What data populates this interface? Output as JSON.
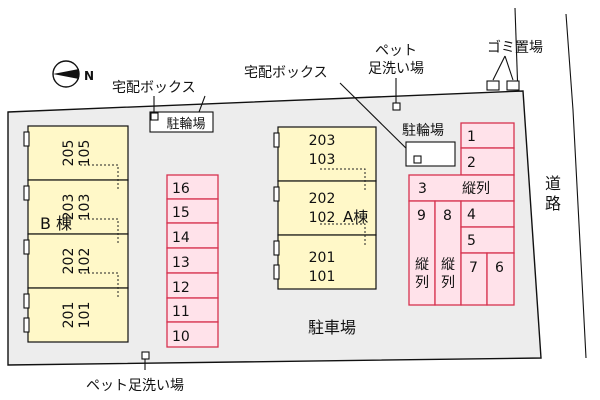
{
  "north_label": "N",
  "road_label": "道路",
  "parking_lot_label": "駐車場",
  "garbage_label": "ゴミ置場",
  "delivery_box_left": "宅配ボックス",
  "delivery_box_right": "宅配ボックス",
  "bicycle_left": "駐輪場",
  "bicycle_right": "駐輪場",
  "pet_wash_top": "ペット足洗い場",
  "pet_wash_top_line1": "ペット",
  "pet_wash_top_line2": "足洗い場",
  "pet_wash_bottom": "ペット足洗い場",
  "building_b": {
    "label": "B棟",
    "label_char1": "B",
    "label_char2": "棟",
    "units": [
      {
        "upper": "205",
        "lower": "105"
      },
      {
        "upper": "203",
        "lower": "103"
      },
      {
        "upper": "202",
        "lower": "102"
      },
      {
        "upper": "201",
        "lower": "101"
      }
    ]
  },
  "building_a": {
    "label": "A棟",
    "units": [
      {
        "upper": "203",
        "lower": "103"
      },
      {
        "upper": "202",
        "lower": "102"
      },
      {
        "upper": "201",
        "lower": "101"
      }
    ]
  },
  "center_parking": [
    "16",
    "15",
    "14",
    "13",
    "12",
    "11",
    "10"
  ],
  "right_parking": {
    "p1": "1",
    "p2": "2",
    "p3": "3",
    "p4": "4",
    "p5": "5",
    "p6": "6",
    "p7": "7",
    "p8": "8",
    "p9": "9",
    "tandem": "縦列",
    "tandem_char1": "縦",
    "tandem_char2": "列"
  },
  "colors": {
    "unit_fill": "#fff8c8",
    "parking_fill": "#ffe2ea",
    "parking_stroke": "#d7324f",
    "lot_fill": "#ededed"
  }
}
